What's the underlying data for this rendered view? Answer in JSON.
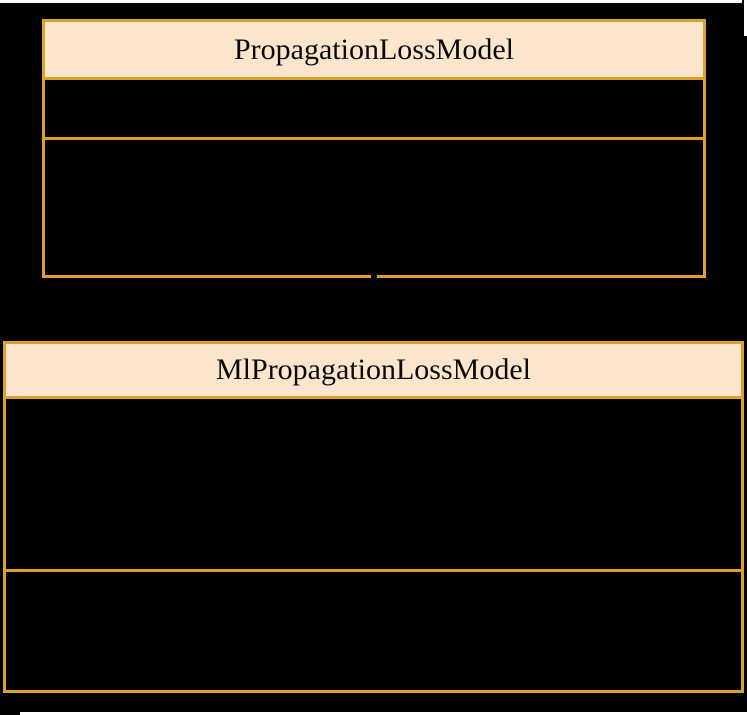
{
  "palette": {
    "border": "#DCA127",
    "header_fill": "#FCE5CD",
    "title_color": "#0b0b0b",
    "background": "#000000",
    "edge_strip": "#ffffff"
  },
  "diagram": {
    "type": "uml-class-diagram",
    "classes": [
      {
        "name": "PropagationLossModel",
        "attributes_text": "",
        "methods_text": ""
      },
      {
        "name": "MlPropagationLossModel",
        "attributes_text": "",
        "methods_text": ""
      }
    ],
    "relationship": {
      "type": "generalization",
      "from": "MlPropagationLossModel",
      "to": "PropagationLossModel"
    }
  }
}
